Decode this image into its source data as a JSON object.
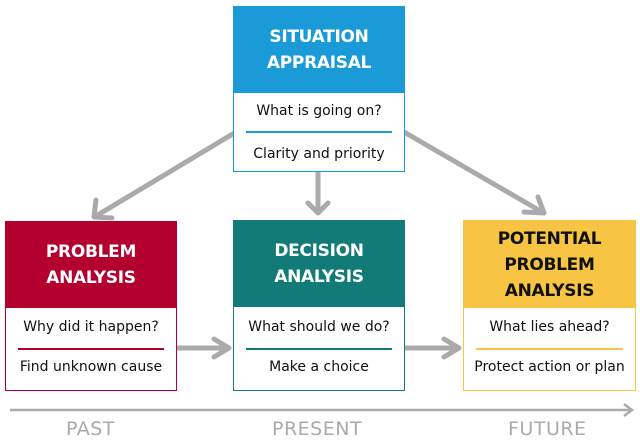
{
  "boxes": [
    {
      "id": "situation",
      "title": "SITUATION APPRAISAL",
      "question": "What is going on?",
      "purpose": "Clarity and priority",
      "color": "#1a9ad6"
    },
    {
      "id": "problem",
      "title": "PROBLEM ANALYSIS",
      "question": "Why did it happen?",
      "purpose": "Find unknown cause",
      "color": "#b4002e"
    },
    {
      "id": "decision",
      "title": "DECISION ANALYSIS",
      "question": "What should we do?",
      "purpose": "Make a choice",
      "color": "#127b78"
    },
    {
      "id": "potential",
      "title": "POTENTIAL PROBLEM ANALYSIS",
      "question": "What lies ahead?",
      "purpose": "Protect action or plan",
      "color": "#f7c443"
    }
  ],
  "timeline": {
    "past": "PAST",
    "present": "PRESENT",
    "future": "FUTURE"
  }
}
